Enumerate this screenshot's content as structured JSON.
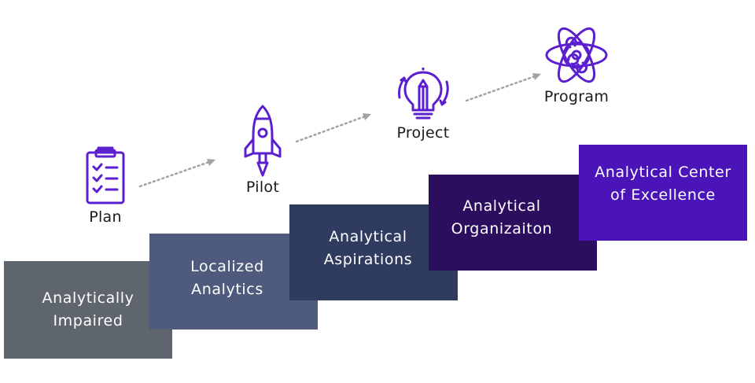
{
  "colors": {
    "icon": "#5b1fd0",
    "arrow": "#a3a3a3",
    "step1": "#5f656d",
    "step2": "#4e5b7d",
    "step3": "#2f3b5f",
    "step4": "#2c0e5f",
    "step5": "#4b14b8"
  },
  "milestones": [
    {
      "label": "Plan",
      "icon": "clipboard-checklist-icon"
    },
    {
      "label": "Pilot",
      "icon": "rocket-icon"
    },
    {
      "label": "Project",
      "icon": "lightbulb-pencil-icon"
    },
    {
      "label": "Program",
      "icon": "atom-icon"
    }
  ],
  "steps": [
    {
      "line1": "Analytically",
      "line2": "Impaired"
    },
    {
      "line1": "Localized",
      "line2": "Analytics"
    },
    {
      "line1": "Analytical",
      "line2": "Aspirations"
    },
    {
      "line1": "Analytical",
      "line2": "Organizaiton"
    },
    {
      "line1": "Analytical Center",
      "line2": "of Excellence"
    }
  ]
}
